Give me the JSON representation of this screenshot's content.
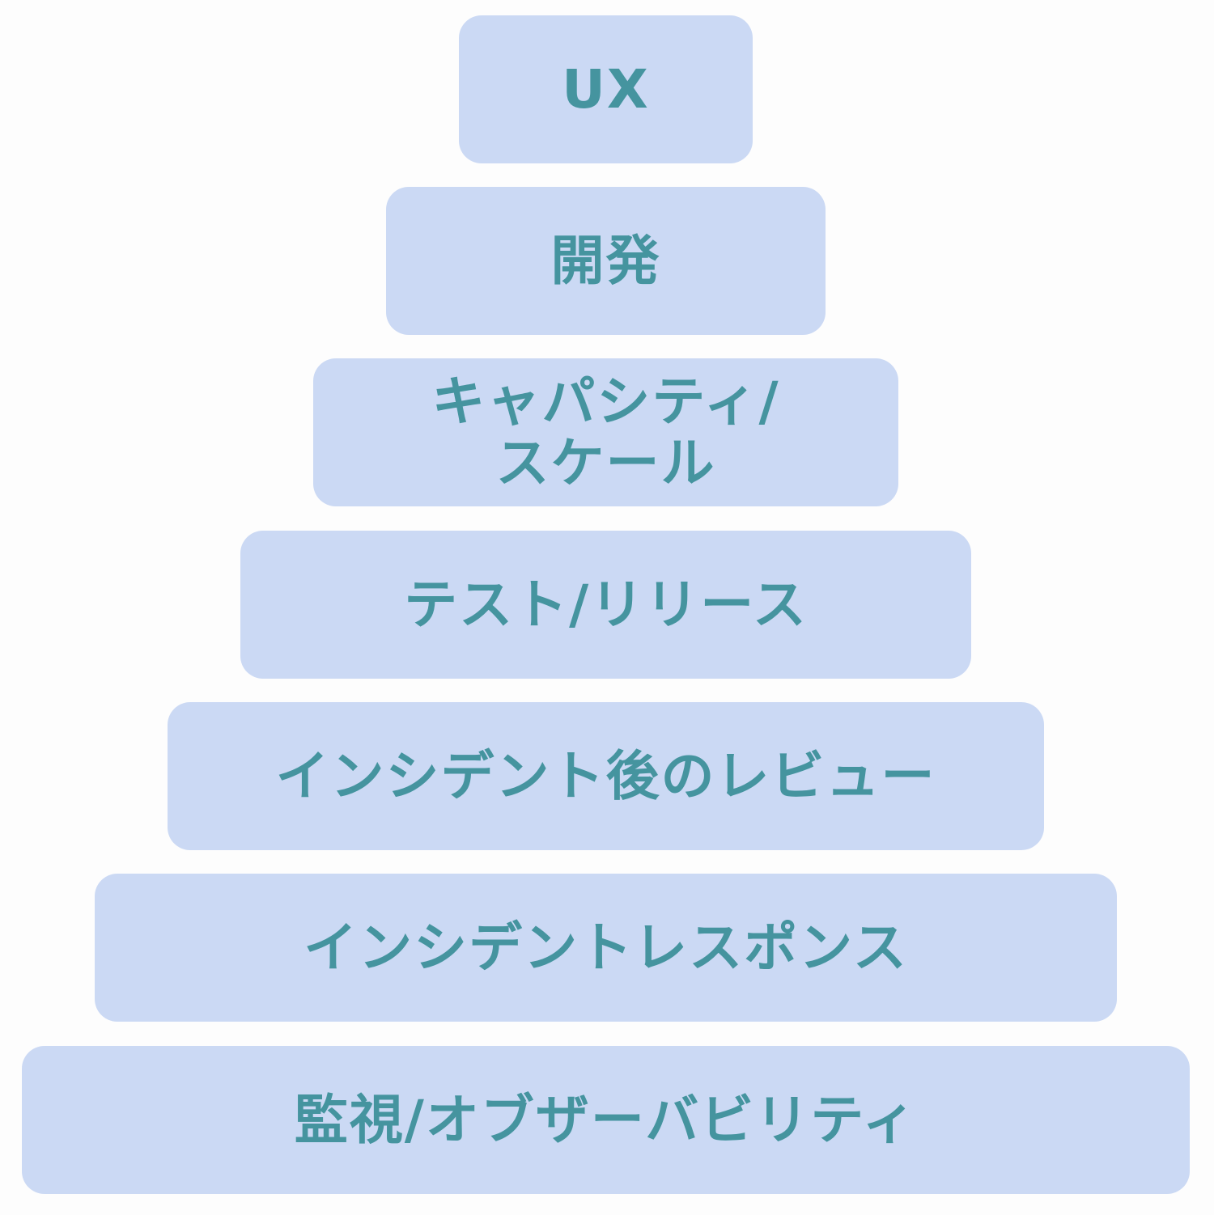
{
  "colors": {
    "tier_fill": "#cbd9f4",
    "tier_text": "#45949f",
    "background": "#fdfdfd"
  },
  "tiers": [
    {
      "label": "UX"
    },
    {
      "label": "開発"
    },
    {
      "label_line1": "キャパシティ/",
      "label_line2": "スケール"
    },
    {
      "label": "テスト/リリース"
    },
    {
      "label": "インシデント後のレビュー"
    },
    {
      "label": "インシデントレスポンス"
    },
    {
      "label": "監視/オブザーバビリティ"
    }
  ]
}
